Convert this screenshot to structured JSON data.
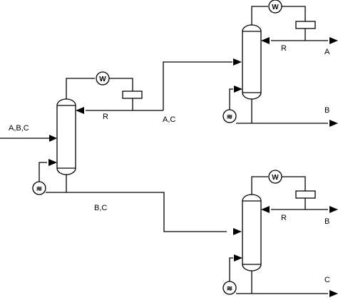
{
  "diagram": {
    "streams": {
      "feed": "A,B,C",
      "col1_top": "A,C",
      "col1_bottom": "B,C",
      "col2_top": "A",
      "col2_bottom": "B",
      "col3_top": "B",
      "col3_bottom": "C"
    },
    "reflux_label": "R",
    "condenser_symbol": "W",
    "reboiler_symbol": "≋",
    "colors": {
      "line": "#000000",
      "background": "#ffffff"
    }
  }
}
